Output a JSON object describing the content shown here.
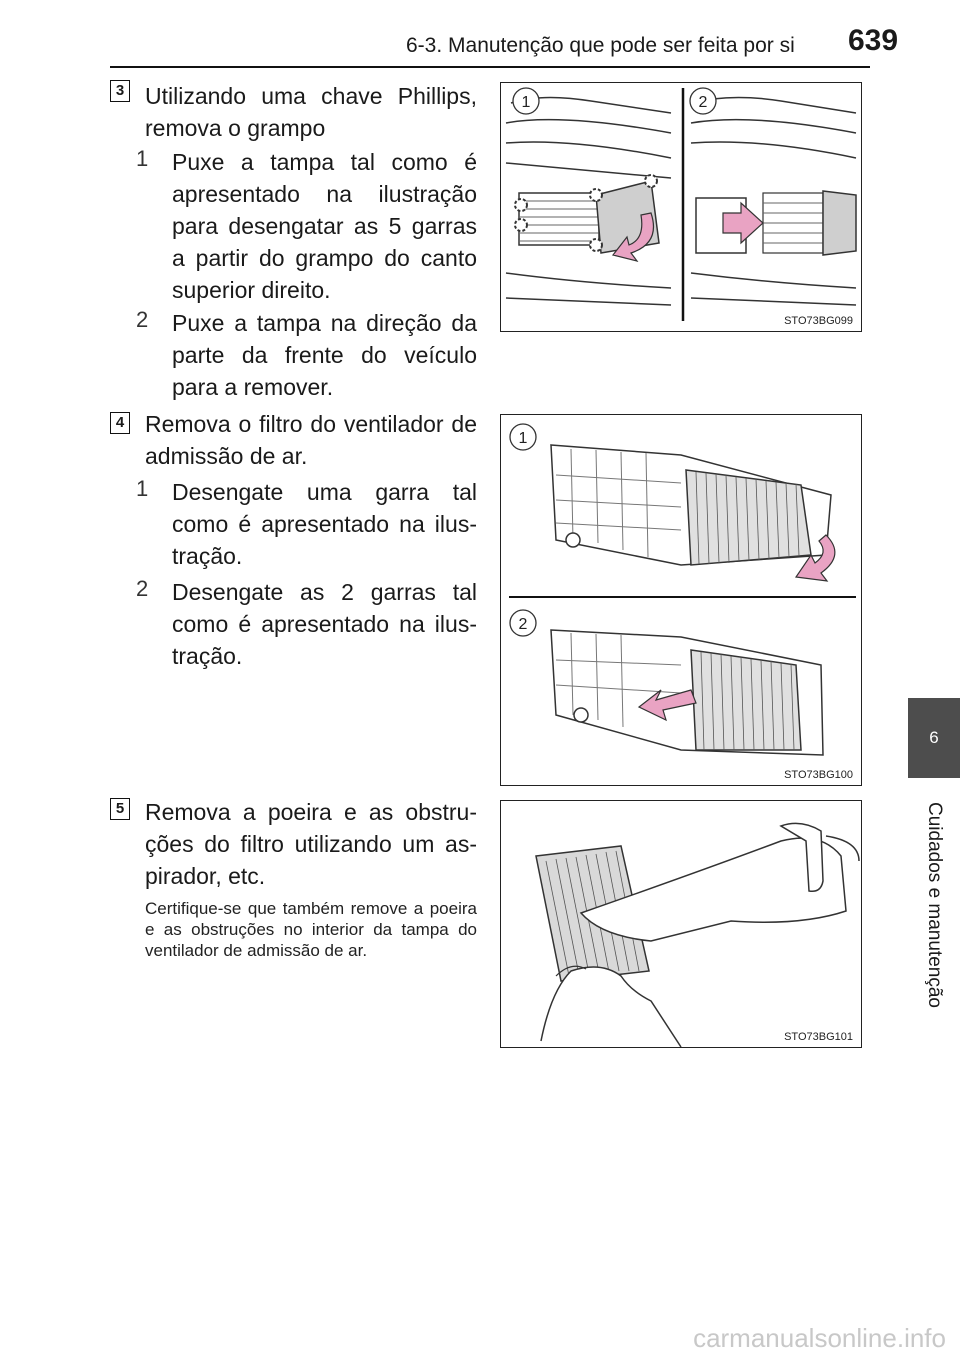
{
  "header": {
    "section_title": "6-3. Manutenção que pode ser feita por si",
    "page_number": "639"
  },
  "side_tab": {
    "chapter_number": "6",
    "chapter_title": "Cuidados e manutenção"
  },
  "steps": [
    {
      "number": "3",
      "text": "Utilizando uma chave Phillips, remova o grampo",
      "substeps": [
        {
          "number": "1",
          "text": "Puxe a tampa tal como é apresentado na ilustração para desengatar as 5 garras a partir do grampo do canto superior direito."
        },
        {
          "number": "2",
          "text": "Puxe a tampa na direção da parte da frente do veículo para a remover."
        }
      ],
      "illustration": {
        "code": "STO73BG099",
        "labels": [
          "1",
          "2"
        ]
      }
    },
    {
      "number": "4",
      "text": "Remova o filtro do ventilador de admissão de ar.",
      "substeps": [
        {
          "number": "1",
          "text": "Desengate uma garra tal como é apresentado na ilus­tração."
        },
        {
          "number": "2",
          "text": "Desengate as 2 garras tal como é apresentado na ilus­tração."
        }
      ],
      "illustration": {
        "code": "STO73BG100",
        "labels": [
          "1",
          "2"
        ]
      }
    },
    {
      "number": "5",
      "text": "Remova a poeira e as obstru­ções do filtro utilizando um as­pirador, etc.",
      "note": "Certifique-se que também remove a poeira e as obstruções no interior da tampa do ventilador de admis­são de ar.",
      "illustration": {
        "code": "STO73BG101"
      }
    }
  ],
  "watermark": "carmanualsonline.info",
  "colors": {
    "accent_arrow": "#e9a3c3",
    "side_tab": "#4d4d4d"
  }
}
